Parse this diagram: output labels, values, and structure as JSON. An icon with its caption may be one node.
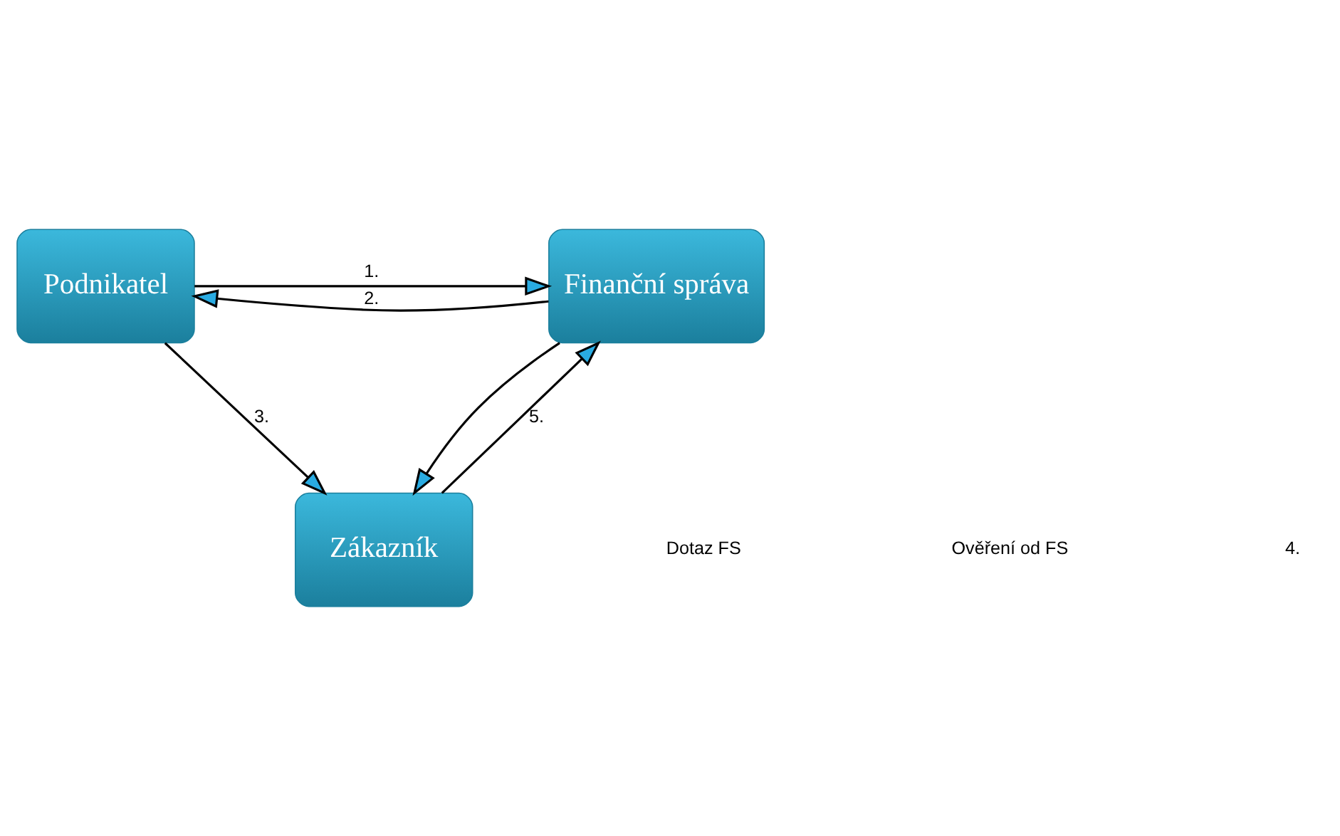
{
  "diagram": {
    "nodes": [
      {
        "text": [
          "Podnikatel"
        ]
      },
      {
        "text": [
          "Finanční správa"
        ]
      },
      {
        "text": [
          "Zákazník"
        ]
      }
    ],
    "edges": [
      {
        "from": 0,
        "to": 1,
        "arrow": "to",
        "label": "1."
      },
      {
        "from": 1,
        "to": 0,
        "arrow": "to",
        "label": "2."
      },
      {
        "from": 0,
        "to": 2,
        "arrow": "to",
        "label": "3."
      },
      {
        "from": 1,
        "to": 2,
        "arrow": "to"
      },
      {
        "from": 2,
        "to": 1,
        "arrow": "to",
        "label": "5."
      }
    ],
    "labels": [
      "Dotaz FS",
      "Ověření od FS",
      "4."
    ]
  }
}
